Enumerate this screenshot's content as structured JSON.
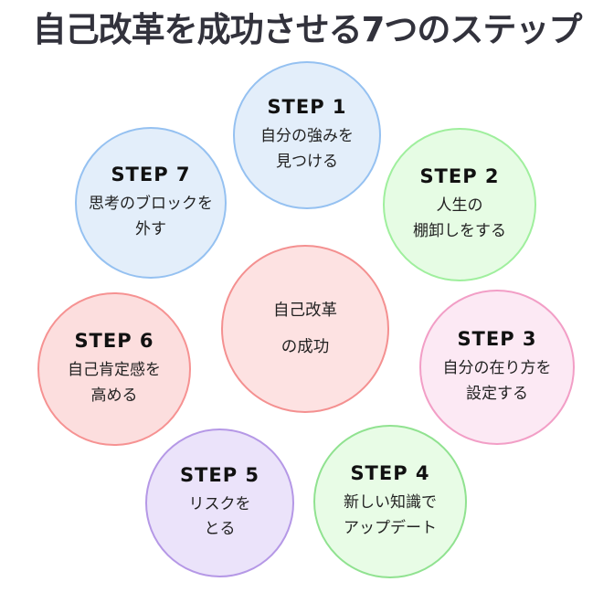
{
  "title": "自己改革を成功させる7つのステップ",
  "title_color": "#32323c",
  "center": {
    "lines": [
      "自己改革",
      "の成功"
    ],
    "fill": "#fde2e2",
    "border": "#f49090"
  },
  "steps": [
    {
      "label": "STEP 1",
      "lines": [
        "自分の強みを",
        "見つける"
      ],
      "fill": "#e3eefa",
      "border": "#95c1f1"
    },
    {
      "label": "STEP 2",
      "lines": [
        "人生の",
        "棚卸しをする"
      ],
      "fill": "#e6fce4",
      "border": "#9fef9d"
    },
    {
      "label": "STEP 3",
      "lines": [
        "自分の在り方を",
        "設定する"
      ],
      "fill": "#fce9f4",
      "border": "#f29ec6"
    },
    {
      "label": "STEP 4",
      "lines": [
        "新しい知識で",
        "アップデート"
      ],
      "fill": "#e8fce6",
      "border": "#90e290"
    },
    {
      "label": "STEP 5",
      "lines": [
        "リスクを",
        "とる"
      ],
      "fill": "#ebe3fa",
      "border": "#b598e6"
    },
    {
      "label": "STEP 6",
      "lines": [
        "自己肯定感を",
        "高める"
      ],
      "fill": "#fcdede",
      "border": "#f69292"
    },
    {
      "label": "STEP 7",
      "lines": [
        "思考のブロックを",
        "外す"
      ],
      "fill": "#e3eefa",
      "border": "#95c1f1"
    }
  ]
}
